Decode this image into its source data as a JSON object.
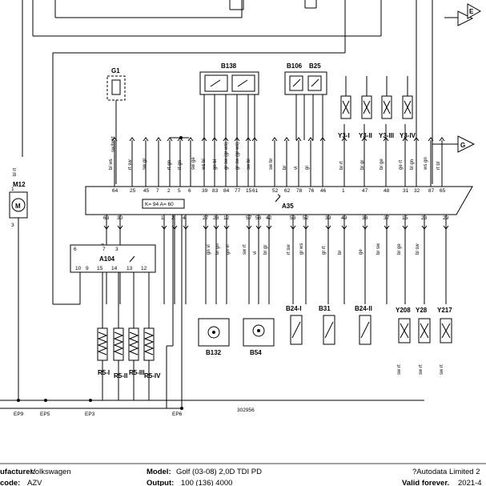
{
  "components": {
    "ecu": "A35",
    "ecu_params": "K= 94   A= 60",
    "glow_relay": "A104",
    "motor": "M12",
    "g1": "G1",
    "b138": "B138",
    "b106": "B106",
    "b25": "B25",
    "b132": "B132",
    "b54": "B54",
    "b24i": "B24-I",
    "b31": "B31",
    "b24ii": "B24-II",
    "y208": "Y208",
    "y28": "Y28",
    "y217": "Y217",
    "y3": [
      "Y3-I",
      "Y3-II",
      "Y3-III",
      "Y3-IV"
    ],
    "r5": [
      "R5-I",
      "R5-II",
      "R5-III",
      "R5-IV"
    ],
    "ref_e": "E",
    "ref_g": "G"
  },
  "grounds": [
    "EP9",
    "EP5",
    "EP3",
    "EP6"
  ],
  "drawing_number": "302956",
  "ecu_top_pins": [
    "64",
    "25",
    "45",
    "7",
    "2",
    "5",
    "6",
    "39",
    "83",
    "84",
    "77",
    "15",
    "61",
    "52",
    "62",
    "78",
    "76",
    "46",
    "1",
    "47",
    "48",
    "31",
    "32",
    "87",
    "65"
  ],
  "ecu_bottom_pins": [
    "63",
    "30",
    "1",
    "2",
    "4",
    "27",
    "28",
    "12",
    "57",
    "58",
    "42",
    "53",
    "52",
    "39",
    "49",
    "38",
    "37",
    "15",
    "23",
    "29"
  ],
  "top_wire_codes": [
    "bl ws",
    "rt sw",
    "sw gr",
    "rt gn",
    "rt gn",
    "sw ge",
    "ws bl",
    "gn bl",
    "gr sw (gr ws)",
    "gr sw (gr ws)",
    "sw bl",
    "sw br",
    "br",
    "vi",
    "gr",
    "br rt",
    "br gr",
    "br ge",
    "ge rt",
    "bl gn",
    "ws gn",
    "rt bl"
  ],
  "bottom_wire_codes": [
    "ws gr",
    "gn vi",
    "br gn",
    "gn vi",
    "sw rt",
    "vi",
    "br gr",
    "rt sw",
    "gr ws",
    "gr rt",
    "br",
    "ge",
    "br sw",
    "br ge",
    "bl sw",
    "sw rt",
    "sw rt",
    "sw rt"
  ],
  "other_wire_codes": [
    "sw/br/rt",
    "bl rt",
    "sw ge",
    "rt ws",
    "br",
    "br",
    "br",
    "br",
    "br",
    "rt",
    "rt sw",
    "sw rt",
    "gr ws",
    "bl ws",
    "rt sw",
    "bl",
    "bl",
    "bl",
    "bl",
    "gn",
    "gn",
    "gg",
    "sw"
  ],
  "footer": {
    "manufacturer_label": "ufacturer:",
    "manufacturer_value": "Volkswagen",
    "code_label": "code:",
    "code_value": "AZV",
    "model_label": "Model:",
    "model_value": "Golf (03-08) 2,0D TDI PD",
    "output_label": "Output:",
    "output_value": "100 (136) 4000",
    "copyright": "?Autodata Limited 2",
    "valid_label": "Valid forever.",
    "valid_value": "2021-4"
  }
}
